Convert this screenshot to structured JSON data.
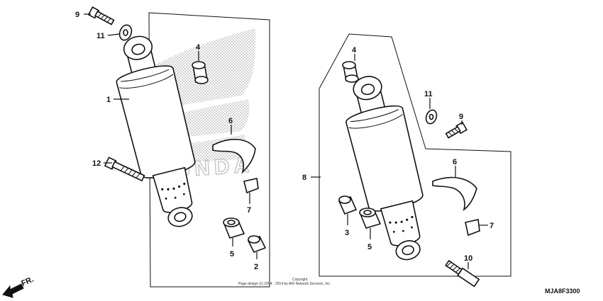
{
  "callouts": {
    "left": {
      "c9": "9",
      "c11": "11",
      "c4": "4",
      "c1": "1",
      "c6": "6",
      "c12": "12",
      "c7": "7",
      "c5": "5",
      "c2": "2"
    },
    "right": {
      "c4": "4",
      "c11": "11",
      "c9": "9",
      "c8": "8",
      "c6": "6",
      "c7": "7",
      "c3": "3",
      "c5": "5",
      "c10": "10"
    }
  },
  "direction_label": "FR.",
  "diagram_code": "MJA8F3300",
  "copyright": {
    "line1": "Copyright",
    "line2": "Page design (c) 2004 - 2014 by ARI Network Services, Inc."
  },
  "watermark": "HONDA"
}
